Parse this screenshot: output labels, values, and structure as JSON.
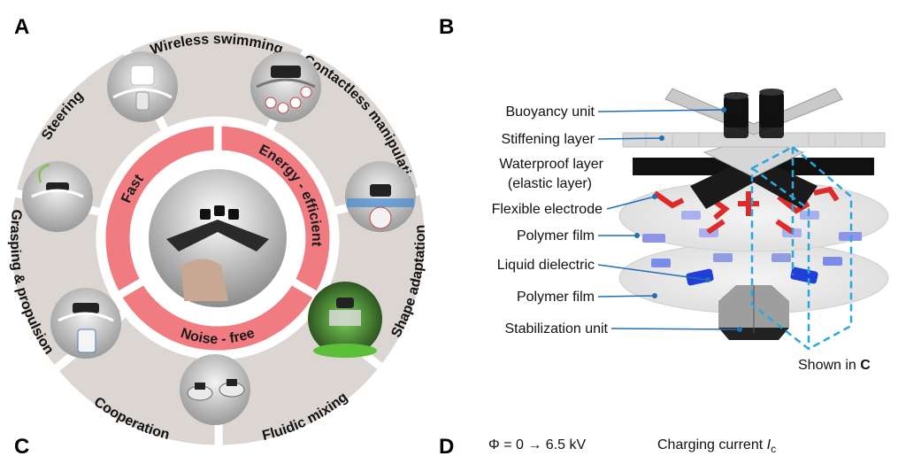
{
  "panels": {
    "a": "A",
    "b": "B",
    "c": "C",
    "d": "D"
  },
  "panel_a": {
    "outer_segments": [
      "Wireless swimming",
      "Contactless manipulation",
      "Shape adaptation",
      "Fluidic mixing",
      "Cooperation",
      "Grasping & propulsion",
      "Steering"
    ],
    "inner_segments": [
      "Fast",
      "Energy - efficient",
      "Noise - free"
    ],
    "colors": {
      "outer_ring": "#dcd6d3",
      "inner_ring": "#f07b80",
      "separator": "#ffffff"
    }
  },
  "panel_b": {
    "labels": [
      "Buoyancy unit",
      "Stiffening layer",
      "Waterproof layer",
      "(elastic layer)",
      "Flexible electrode",
      "Polymer film",
      "Liquid dielectric",
      "Polymer film",
      "Stabilization unit"
    ],
    "shown_in_prefix": "Shown in ",
    "shown_in_ref": "C",
    "colors": {
      "leader": "#1f6fb5",
      "electrode": "#e02a2a",
      "dielectric": "#1f3fd8",
      "dashed_box": "#29a8e0"
    }
  },
  "panel_d": {
    "voltage": "Φ = 0 → 6.5 kV",
    "current_prefix": "Charging current ",
    "current_symbol": "I",
    "current_subscript": "c"
  }
}
